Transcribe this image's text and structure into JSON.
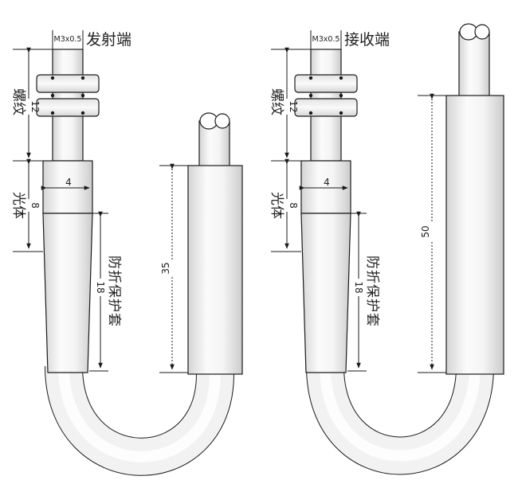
{
  "emitter": {
    "title": "发射端",
    "thread_spec": "M3x0.5",
    "thread_label": "螺纹",
    "thread_length": "12",
    "light_label": "光体",
    "light_length": "8",
    "body_diameter": "4",
    "sleeve_label": "防折保护套",
    "sleeve_length": "18",
    "cable_length": "35"
  },
  "receiver": {
    "title": "接收端",
    "thread_spec": "M3x0.5",
    "thread_label": "螺纹",
    "thread_length": "12",
    "light_label": "光体",
    "light_length": "8",
    "body_diameter": "4",
    "sleeve_label": "防折保护套",
    "sleeve_length": "18",
    "cable_length": "50"
  },
  "colors": {
    "line": "#1a1a1a",
    "fill_light": "#f6f6f6",
    "fill_mid": "#e6e6e6",
    "fill_dark": "#cfcfcf"
  }
}
